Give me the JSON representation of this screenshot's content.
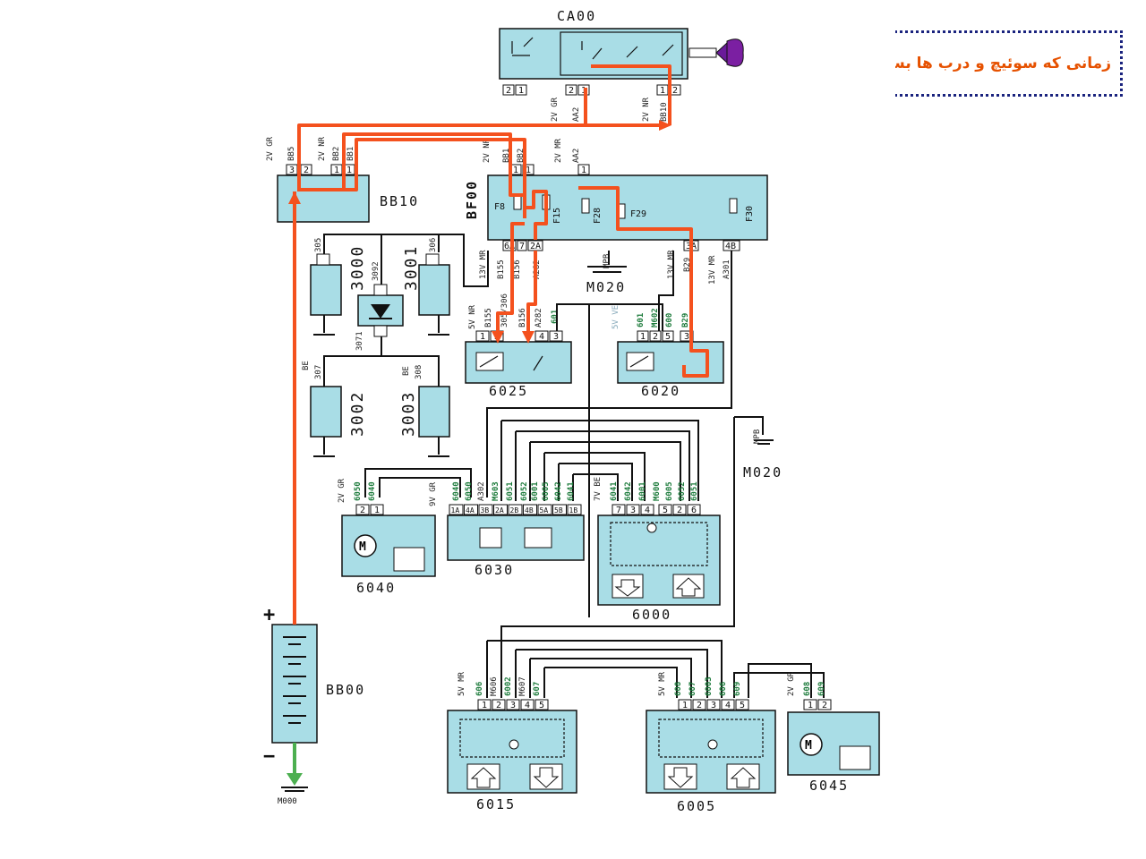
{
  "note": {
    "text": "زمانی که سوئیچ و درب ها بسته اند."
  },
  "colors": {
    "active_path": "#f4511e",
    "ground_path": "#4caf50",
    "component_fill": "#a9dde6",
    "note_border": "#1a237e",
    "note_text": "#e65100"
  },
  "components": {
    "ca00": "CA00",
    "bb10": "BB10",
    "bf00": "BF00",
    "bb00": "BB00",
    "c3000": "3000",
    "c3001": "3001",
    "c3002": "3002",
    "c3003": "3003",
    "c3092": "3092",
    "c3071": "3071",
    "c6025": "6025",
    "c6020": "6020",
    "c6040": "6040",
    "c6030": "6030",
    "c6000": "6000",
    "c6015": "6015",
    "c6005": "6005",
    "c6045": "6045",
    "m020a": "M020",
    "m020b": "M020",
    "m000": "M000"
  },
  "fuses": {
    "f8": "F8",
    "f15": "F15",
    "f28": "F28",
    "f29": "F29",
    "f30": "F30"
  },
  "battery": {
    "plus": "+",
    "minus": "−"
  },
  "wire_labels": {
    "ca00_left": "2V GR",
    "ca00_aa2": "AA2",
    "ca00_right": "2V NR",
    "ca00_bb10": "BB10",
    "bb10_left": "2V GR",
    "bb10_bb5": "BB5",
    "bb10_mid": "2V NR",
    "bb10_bb2": "BB2",
    "bb10_bb1": "BB1",
    "bf00_left": "2V NR",
    "bf00_bb1": "BB1",
    "bf00_bb2": "BB2",
    "bf00_mr": "2V MR",
    "bf00_aa2": "AA2",
    "w305": "305",
    "w306": "306",
    "w307": "307",
    "w308": "308",
    "be1": "BE",
    "be2": "BE",
    "b155": "B155",
    "b156": "B156",
    "a282": "A282",
    "mpb1": "MPB",
    "b29": "B29",
    "a301": "A301",
    "v13a": "13V MR",
    "v13b": "13V MR",
    "v13c": "13V MR",
    "v5nr": "5V NR",
    "w6025a": "B155",
    "w6025b": "305/306",
    "w6025c": "B156",
    "w6025d": "A282",
    "w601a": "601",
    "v5ve": "5V VE",
    "w601b": "601",
    "wm602": "M602",
    "w600": "600",
    "wb29": "B29",
    "mpb2": "MPB",
    "v2gr40": "2V GR",
    "w6050a": "6050",
    "w6040a": "6040",
    "v9gr": "9V GR",
    "w6040b": "6040",
    "w6050b": "6050",
    "wa302": "A302",
    "wm603": "M603",
    "w6051a": "6051",
    "w6052a": "6052",
    "w6001a": "6001",
    "w6005a": "6005",
    "w6042a": "6042",
    "w6041a": "6041",
    "v7be": "7V BE",
    "w6041b": "6041",
    "w6042b": "6042",
    "w6001b": "6001",
    "wm600": "M600",
    "w6005b": "6005",
    "w6052b": "6052",
    "w6051b": "6051",
    "v5mr15": "5V MR",
    "w606a": "606",
    "wm606": "M606",
    "w6002": "6002",
    "wm607": "M607",
    "w607a": "607",
    "v5mr05": "5V MR",
    "w608a": "608",
    "w607b": "607",
    "w6003": "6003",
    "w606b": "606",
    "w609a": "609",
    "v2gr45": "2V GR",
    "w608b": "608",
    "w609b": "609"
  },
  "pins": {
    "ca00": [
      "2",
      "1",
      "2",
      "1",
      "1",
      "2"
    ],
    "bb10": [
      "3",
      "2",
      "1",
      "1"
    ],
    "bf00_top": [
      "1",
      "1",
      "1"
    ],
    "bf00_bottom": [
      "6A",
      "7",
      "2A",
      "3A",
      "4B"
    ],
    "c6025": [
      "1",
      "2",
      "4",
      "3"
    ],
    "c6020": [
      "1",
      "2",
      "5",
      "3"
    ],
    "c6040": [
      "2",
      "1"
    ],
    "c6030": [
      "1A",
      "4A",
      "3B",
      "2A",
      "2B",
      "4B",
      "5A",
      "5B",
      "1B"
    ],
    "c6000": [
      "7",
      "3",
      "4",
      "5",
      "2",
      "6"
    ],
    "c6015": [
      "1",
      "2",
      "3",
      "4",
      "5"
    ],
    "c6005": [
      "1",
      "2",
      "3",
      "4",
      "5"
    ],
    "c6045": [
      "1",
      "2"
    ]
  }
}
